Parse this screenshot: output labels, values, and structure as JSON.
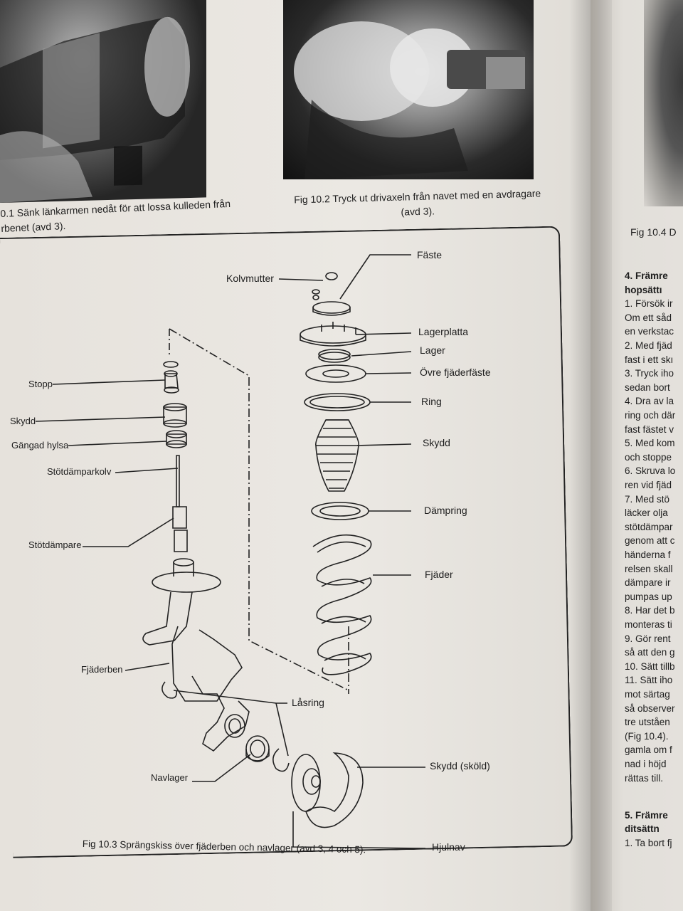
{
  "captions": {
    "fig10_1_line1": "0.1 Sänk länkarmen nedåt för att lossa kulleden från",
    "fig10_1_line2": "rbenet (avd 3).",
    "fig10_2_line1": "Fig 10.2 Tryck ut drivaxeln från navet med en avdragare",
    "fig10_2_line2": "(avd 3).",
    "fig10_4": "Fig 10.4 D",
    "fig10_3": "Fig 10.3 Sprängskiss över fjäderben och navlager (avd 3, 4 och 5)."
  },
  "labels": {
    "kolvmutter": "Kolvmutter",
    "faste": "Fäste",
    "lagerplatta": "Lagerplatta",
    "lager": "Lager",
    "ovre_fjaderfaste": "Övre fjäderfäste",
    "ring": "Ring",
    "skydd_right": "Skydd",
    "dampring": "Dämpring",
    "fjader": "Fjäder",
    "stopp": "Stopp",
    "skydd_left": "Skydd",
    "gangad_hylsa": "Gängad hylsa",
    "stotdamparkolv": "Stötdämparkolv",
    "stotdampare": "Stötdämpare",
    "fjaderben": "Fjäderben",
    "lasring": "Låsring",
    "navlager": "Navlager",
    "skydd_skold": "Skydd (sköld)",
    "hjulnav": "Hjulnav"
  },
  "right_column": {
    "lines": [
      {
        "text": "4. Främre",
        "bold": true
      },
      {
        "text": "hopsättı",
        "bold": true
      },
      {
        "text": "1. Försök ir",
        "bold": false
      },
      {
        "text": "Om ett såd",
        "bold": false
      },
      {
        "text": "en verkstac",
        "bold": false
      },
      {
        "text": "2. Med fjäd",
        "bold": false
      },
      {
        "text": "fast i ett skı",
        "bold": false
      },
      {
        "text": "3. Tryck iho",
        "bold": false
      },
      {
        "text": "sedan bort",
        "bold": false
      },
      {
        "text": "4. Dra av la",
        "bold": false
      },
      {
        "text": "ring och där",
        "bold": false
      },
      {
        "text": "fast fästet v",
        "bold": false
      },
      {
        "text": "5. Med kom",
        "bold": false
      },
      {
        "text": "och stoppe",
        "bold": false
      },
      {
        "text": "6. Skruva lo",
        "bold": false
      },
      {
        "text": "ren vid fjäd",
        "bold": false
      },
      {
        "text": "7. Med stö",
        "bold": false
      },
      {
        "text": "läcker olja",
        "bold": false
      },
      {
        "text": "stötdämpar",
        "bold": false
      },
      {
        "text": "genom att c",
        "bold": false
      },
      {
        "text": "händerna f",
        "bold": false
      },
      {
        "text": "relsen skall",
        "bold": false
      },
      {
        "text": "dämpare ir",
        "bold": false
      },
      {
        "text": "pumpas up",
        "bold": false
      },
      {
        "text": "8. Har det b",
        "bold": false
      },
      {
        "text": "monteras ti",
        "bold": false
      },
      {
        "text": "9. Gör rent",
        "bold": false
      },
      {
        "text": "så att den g",
        "bold": false
      },
      {
        "text": "10. Sätt tillb",
        "bold": false
      },
      {
        "text": "11. Sätt iho",
        "bold": false
      },
      {
        "text": "mot särtag",
        "bold": false
      },
      {
        "text": "så observer",
        "bold": false
      },
      {
        "text": "tre utståen",
        "bold": false
      },
      {
        "text": "(Fig 10.4).",
        "bold": false
      },
      {
        "text": "gamla om f",
        "bold": false
      },
      {
        "text": "nad i höjd",
        "bold": false
      },
      {
        "text": "rättas till.",
        "bold": false
      }
    ],
    "section5_line1": "5. Främre",
    "section5_line2": "ditsättn",
    "section5_line3": "1. Ta bort fj"
  }
}
